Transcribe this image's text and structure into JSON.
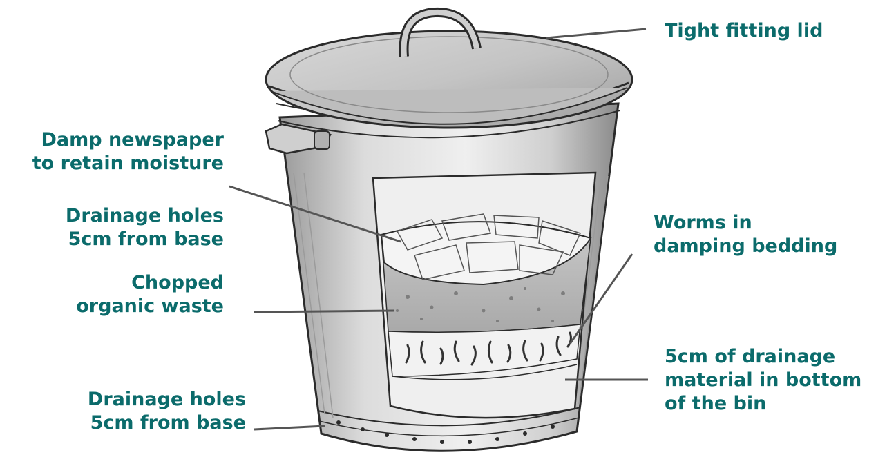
{
  "colors": {
    "label_text": "#0b6b6b",
    "leader_line": "#555555",
    "ink": "#2b2b2b",
    "metal_light": "#e4e4e4",
    "metal_mid": "#bdbdbd",
    "metal_dark": "#8f8f8f",
    "compost": "#b7b7b7",
    "newspaper": "#f4f4f4",
    "drainage_band": "#f2f2f2"
  },
  "labels": {
    "lid": {
      "line1": "Tight fitting lid"
    },
    "newspaper": {
      "line1": "Damp newspaper",
      "line2": "to retain moisture"
    },
    "holes_upper": {
      "line1": "Drainage holes",
      "line2": "5cm from base"
    },
    "organic": {
      "line1": "Chopped",
      "line2": "organic waste"
    },
    "holes_lower": {
      "line1": "Drainage holes",
      "line2": "5cm from base"
    },
    "worms": {
      "line1": "Worms in",
      "line2": "damping bedding"
    },
    "drainage": {
      "line1": "5cm of drainage",
      "line2": "material in bottom",
      "line3": "of the bin"
    }
  },
  "illustration": {
    "subject": "worm-bin-cutaway",
    "icon": "trash-can-icon"
  }
}
